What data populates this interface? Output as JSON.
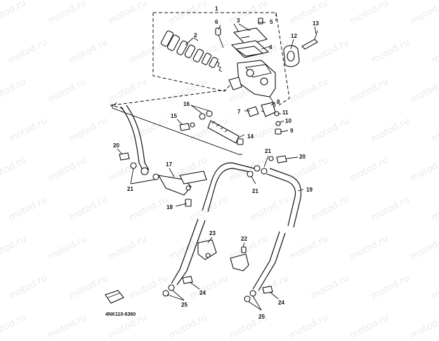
{
  "watermark": "motod.ru",
  "diagram_code": "4NK110-6360",
  "callouts": {
    "c1": "1",
    "c2": "2",
    "c3": "3",
    "c4": "4",
    "c5": "5",
    "c6": "6",
    "c7": "7",
    "c8": "8",
    "c9": "9",
    "c10": "10",
    "c11": "11",
    "c12": "12",
    "c13": "13",
    "c14": "14",
    "c15": "15",
    "c16": "16",
    "c17": "17",
    "c18": "18",
    "c19": "19",
    "c20a": "20",
    "c20b": "20",
    "c21a": "21",
    "c21b": "21",
    "c21c": "21",
    "c22": "22",
    "c23": "23",
    "c24a": "24",
    "c24b": "24",
    "c25a": "25",
    "c25b": "25"
  },
  "colors": {
    "ink": "#111111",
    "watermark": "#e9e9e9",
    "background": "#ffffff"
  }
}
